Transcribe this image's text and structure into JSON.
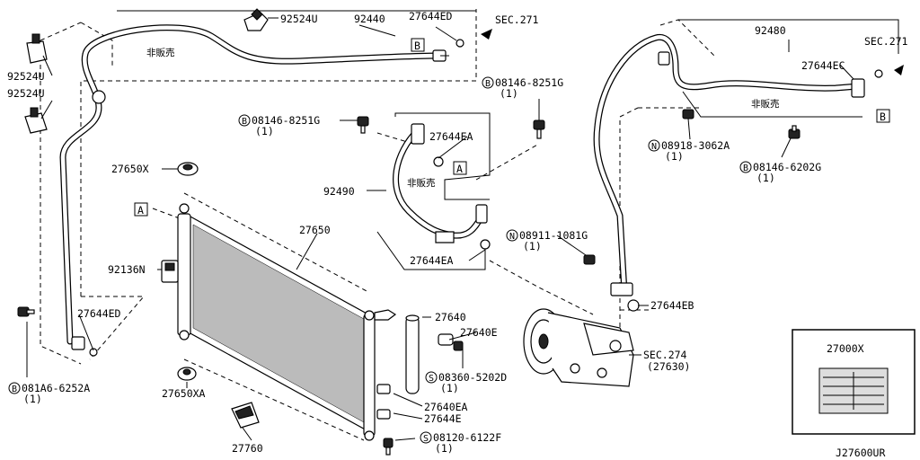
{
  "diagram_id": "J27600UR",
  "labels": {
    "p92524U_top": "92524U",
    "p92440": "92440",
    "p27644ED_top": "27644ED",
    "sec271_left": "SEC.271",
    "not_for_sale_1": "非販売",
    "p92524U_a": "92524U",
    "p92524U_b": "92524U",
    "p27650X": "27650X",
    "bolt_08146_8251G_mid": "08146-8251G",
    "qty_1_a": "(1)",
    "bolt_08146_8251G_right": "08146-8251G",
    "qty_1_b": "(1)",
    "p27644EA_top": "27644EA",
    "p92490": "92490",
    "not_for_sale_2": "非販売",
    "p27650": "27650",
    "nut_08911_1081G": "08911-1081G",
    "qty_1_c": "(1)",
    "p27644EA_bot": "27644EA",
    "p92136N": "92136N",
    "p27644ED_left": "27644ED",
    "bolt_081A6_6252A": "081A6-6252A",
    "qty_1_d": "(1)",
    "p27650XA": "27650XA",
    "p27640": "27640",
    "p27640E": "27640E",
    "screw_08360_5202D": "08360-5202D",
    "qty_1_e": "(1)",
    "p27640EA": "27640EA",
    "p27644E": "27644E",
    "bolt_08120_6122F": "08120-6122F",
    "qty_1_f": "(1)",
    "p27760": "27760",
    "p92480": "92480",
    "sec271_right": "SEC.271",
    "p27644EC": "27644EC",
    "not_for_sale_3": "非販売",
    "nut_08918_3062A": "08918-3062A",
    "qty_1_g": "(1)",
    "bolt_08146_6202G": "08146-6202G",
    "qty_1_h": "(1)",
    "p27644EB": "27644EB",
    "sec274": "SEC.274",
    "sec274_sub": "(27630)",
    "p27000X": "27000X"
  },
  "markers": {
    "ref_A": "A",
    "ref_B": "B",
    "bolt": "B",
    "nut": "N",
    "screw": "S"
  },
  "icons": [
    "arrow-icon",
    "bolt-icon",
    "nut-icon",
    "screw-icon",
    "label-sticker-icon"
  ]
}
